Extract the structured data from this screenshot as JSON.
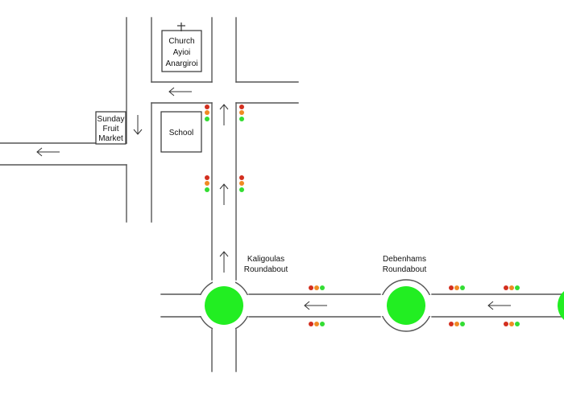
{
  "labels": {
    "church_line1": "Church",
    "church_line2": "Ayioi",
    "church_line3": "Anargiroi",
    "school": "School",
    "market_line1": "Sunday",
    "market_line2": "Fruit",
    "market_line3": "Market",
    "kaligoulas_line1": "Kaligoulas",
    "kaligoulas_line2": "Roundabout",
    "debenhams_line1": "Debenhams",
    "debenhams_line2": "Roundabout"
  },
  "icons": {
    "church_cross": "cross-icon",
    "direction_arrow": "arrow-icon"
  },
  "colors": {
    "roundabout": "#22ee22",
    "light_red": "#d32f1f",
    "light_amber": "#f08a24",
    "light_green": "#33dd33",
    "road": "#555555"
  },
  "traffic_lights": [
    {
      "id": "tl-school-left",
      "orientation": "vertical"
    },
    {
      "id": "tl-school-right",
      "orientation": "vertical"
    },
    {
      "id": "tl-mid-left",
      "orientation": "vertical"
    },
    {
      "id": "tl-mid-right",
      "orientation": "vertical"
    },
    {
      "id": "tl-kal-top",
      "orientation": "horizontal"
    },
    {
      "id": "tl-kal-bottom",
      "orientation": "horizontal"
    },
    {
      "id": "tl-deb-top",
      "orientation": "horizontal"
    },
    {
      "id": "tl-deb-bottom",
      "orientation": "horizontal"
    },
    {
      "id": "tl-east-top",
      "orientation": "horizontal"
    },
    {
      "id": "tl-east-bottom",
      "orientation": "horizontal"
    }
  ],
  "arrows": [
    {
      "id": "arrow-church-west",
      "direction": "left"
    },
    {
      "id": "arrow-market-south",
      "direction": "down"
    },
    {
      "id": "arrow-west-road",
      "direction": "left"
    },
    {
      "id": "arrow-main-north-1",
      "direction": "up"
    },
    {
      "id": "arrow-main-north-2",
      "direction": "up"
    },
    {
      "id": "arrow-main-north-3",
      "direction": "up"
    },
    {
      "id": "arrow-east-road-1",
      "direction": "left"
    },
    {
      "id": "arrow-east-road-2",
      "direction": "left"
    }
  ]
}
